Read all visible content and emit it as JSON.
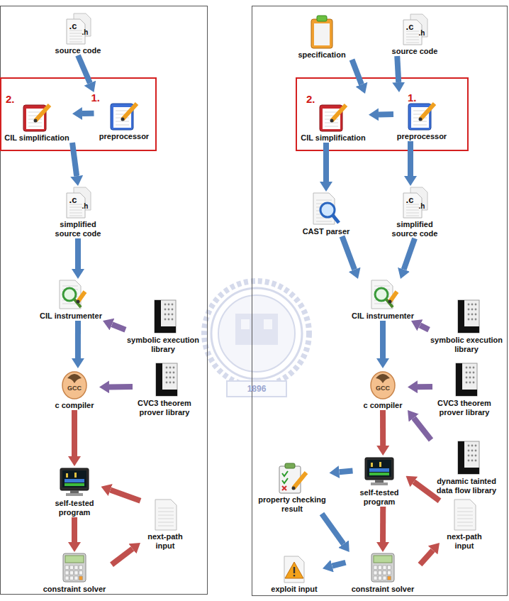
{
  "diagram": {
    "nodes": [
      {
        "text": [
          "source code"
        ]
      },
      {
        "text": [
          "1.",
          "preprocessor"
        ]
      },
      {
        "text": [
          "2.",
          "CIL simplification"
        ]
      },
      {
        "text": [
          "simplified source code"
        ]
      },
      {
        "text": [
          "CIL instrumenter"
        ]
      },
      {
        "text": [
          "symbolic execution library"
        ]
      },
      {
        "text": [
          "c compiler"
        ]
      },
      {
        "text": [
          "CVC3 theorem prover library"
        ]
      },
      {
        "text": [
          "self-tested program"
        ]
      },
      {
        "text": [
          "next-path input"
        ]
      },
      {
        "text": [
          "constraint solver"
        ]
      },
      {
        "text": [
          "specification"
        ]
      },
      {
        "text": [
          "source code"
        ]
      },
      {
        "text": [
          "1.",
          "preprocessor"
        ]
      },
      {
        "text": [
          "2.",
          "CIL simplification"
        ]
      },
      {
        "text": [
          "CAST parser"
        ]
      },
      {
        "text": [
          "simplified source code"
        ]
      },
      {
        "text": [
          "CIL instrumenter"
        ]
      },
      {
        "text": [
          "symbolic execution library"
        ]
      },
      {
        "text": [
          "c compiler"
        ]
      },
      {
        "text": [
          "CVC3 theorem prover library"
        ]
      },
      {
        "text": [
          "dynamic tainted data flow library"
        ]
      },
      {
        "text": [
          "property checking result"
        ]
      },
      {
        "text": [
          "self-tested program"
        ]
      },
      {
        "text": [
          "next-path input"
        ]
      },
      {
        "text": [
          "exploit input"
        ]
      },
      {
        "text": [
          "constraint solver"
        ]
      }
    ],
    "edges": [
      {
        "from": 0,
        "to": 1,
        "arrow": "to"
      },
      {
        "from": 1,
        "to": 2,
        "arrow": "to"
      },
      {
        "from": 2,
        "to": 3,
        "arrow": "to"
      },
      {
        "from": 3,
        "to": 4,
        "arrow": "to"
      },
      {
        "from": 5,
        "to": 4,
        "arrow": "to"
      },
      {
        "from": 4,
        "to": 6,
        "arrow": "to"
      },
      {
        "from": 7,
        "to": 6,
        "arrow": "to"
      },
      {
        "from": 6,
        "to": 8,
        "arrow": "to"
      },
      {
        "from": 8,
        "to": 10,
        "arrow": "to"
      },
      {
        "from": 10,
        "to": 9,
        "arrow": "to"
      },
      {
        "from": 9,
        "to": 8,
        "arrow": "to"
      },
      {
        "from": 11,
        "to": 14,
        "arrow": "to"
      },
      {
        "from": 12,
        "to": 13,
        "arrow": "to"
      },
      {
        "from": 13,
        "to": 14,
        "arrow": "to"
      },
      {
        "from": 14,
        "to": 15,
        "arrow": "to"
      },
      {
        "from": 13,
        "to": 16,
        "arrow": "to"
      },
      {
        "from": 15,
        "to": 17,
        "arrow": "to"
      },
      {
        "from": 16,
        "to": 17,
        "arrow": "to"
      },
      {
        "from": 18,
        "to": 17,
        "arrow": "to"
      },
      {
        "from": 17,
        "to": 19,
        "arrow": "to"
      },
      {
        "from": 20,
        "to": 19,
        "arrow": "to"
      },
      {
        "from": 21,
        "to": 19,
        "arrow": "to"
      },
      {
        "from": 19,
        "to": 23,
        "arrow": "to"
      },
      {
        "from": 23,
        "to": 22,
        "arrow": "to"
      },
      {
        "from": 22,
        "to": 26,
        "arrow": "to"
      },
      {
        "from": 23,
        "to": 26,
        "arrow": "to"
      },
      {
        "from": 26,
        "to": 25,
        "arrow": "to"
      },
      {
        "from": 26,
        "to": 24,
        "arrow": "to"
      },
      {
        "from": 24,
        "to": 23,
        "arrow": "to"
      }
    ],
    "labels": [
      ".c",
      ".h",
      ".c",
      ".h",
      ".c",
      ".h",
      ".c",
      ".h",
      "GCC",
      "GCC",
      "1896"
    ]
  }
}
